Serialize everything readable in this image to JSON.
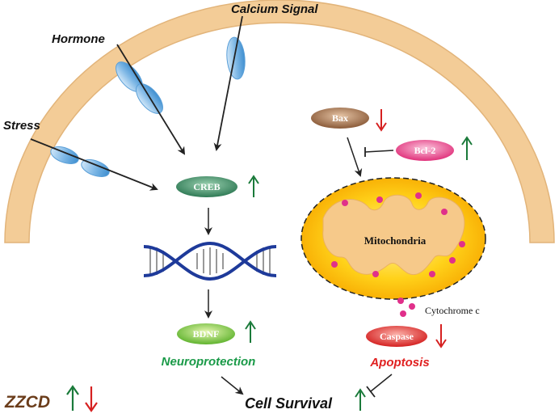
{
  "inputs": {
    "calcium": "Calcium Signal",
    "hormone": "Hormone",
    "stress": "Stress"
  },
  "nodes": {
    "creb": "CREB",
    "bdnf": "BDNF",
    "bax": "Bax",
    "bcl2": "Bcl-2",
    "mitochondria": "Mitochondria",
    "cytochrome": "Cytochrome c",
    "caspase": "Caspase"
  },
  "outcomes": {
    "neuroprotection": "Neuroprotection",
    "apoptosis": "Apoptosis",
    "cell_survival": "Cell Survival"
  },
  "legend": {
    "drug": "ZZCD"
  },
  "colors": {
    "membrane": "#f3cc97",
    "membrane_edge": "#e2b47a",
    "channel": "#7fb8e6",
    "up_arrow": "#1a7a3a",
    "down_arrow": "#d62020",
    "creb_fill": "#2f7a55",
    "bdnf_fill": "#5fb32e",
    "bax_fill": "#8a5a38",
    "bcl2_fill": "#e0307a",
    "caspase_fill": "#d42020",
    "neuroprotection_text": "#1a9a48",
    "apoptosis_text": "#e02020",
    "drug_text": "#6b3d1b",
    "mito_outer": "#ffd21a",
    "mito_inner": "#f6c98a",
    "dots": "#e0308a",
    "dna_blue": "#1e3a9a"
  },
  "icons": {
    "up": "up-arrow-icon",
    "down": "down-arrow-icon",
    "inhibit": "inhibition-bar-icon"
  }
}
